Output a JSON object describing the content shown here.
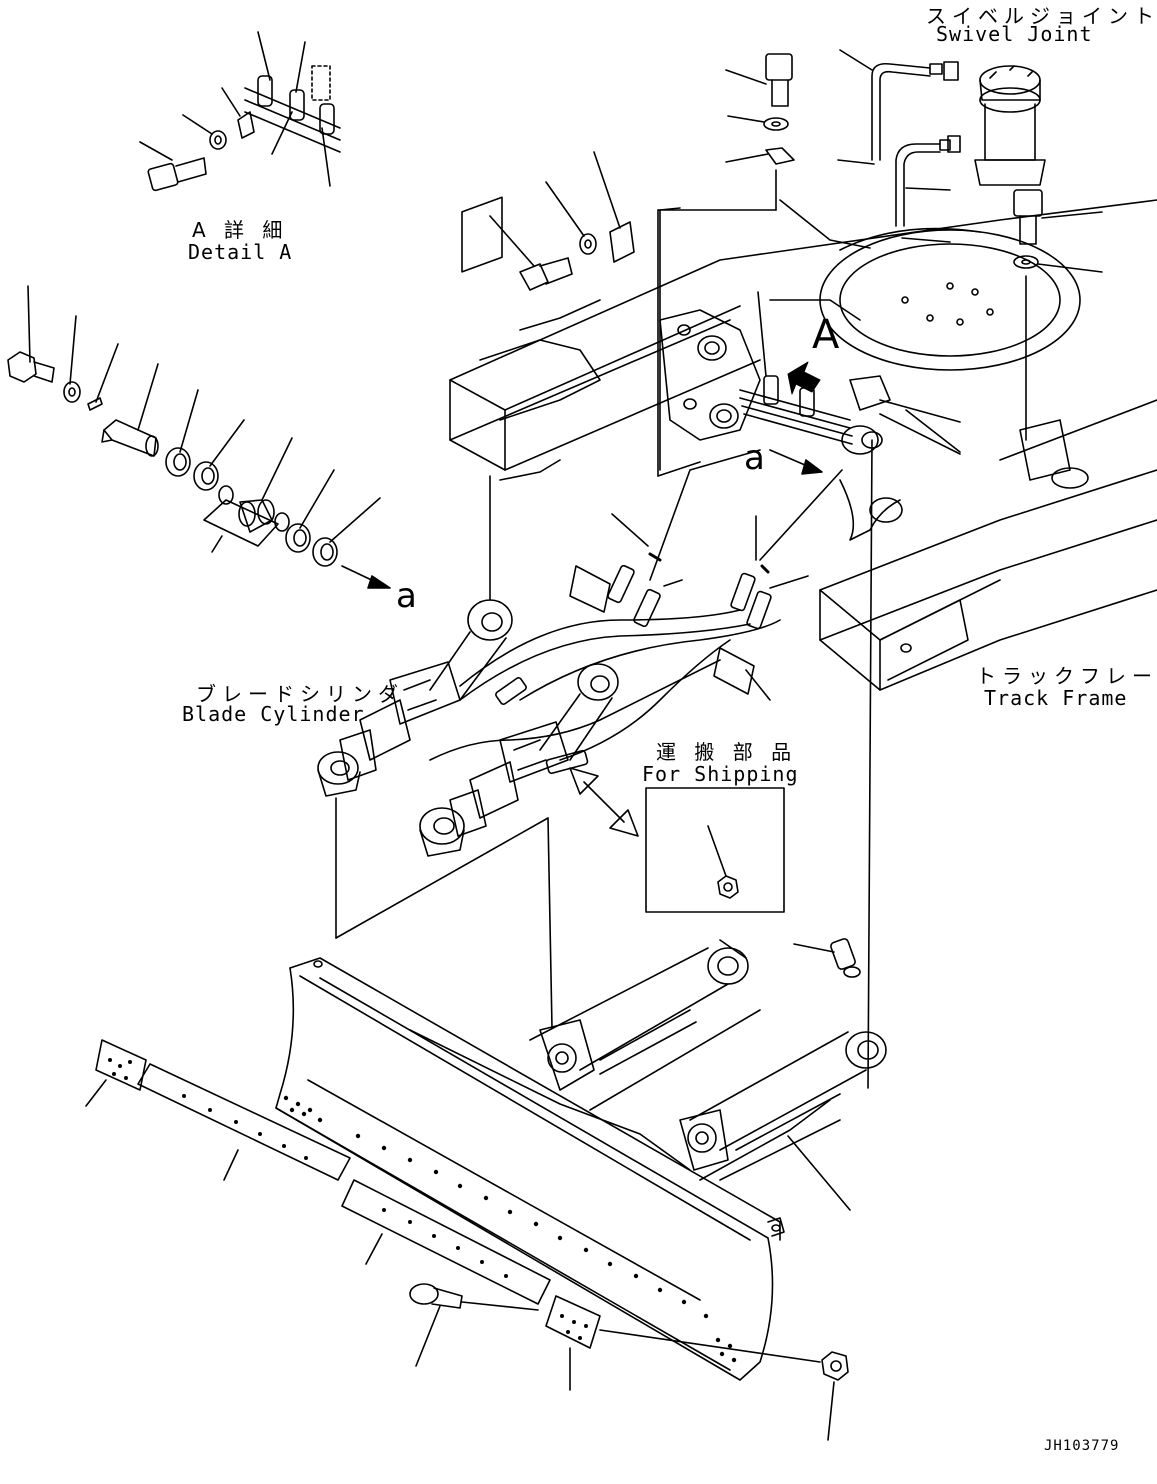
{
  "labels": {
    "swivel_joint_jp": "スイベルジョイント",
    "swivel_joint_en": "Swivel Joint",
    "detail_a_jp": "A 詳 細",
    "detail_a_en": "Detail A",
    "marker_a": "A",
    "marker_a_small_1": "a",
    "marker_a_small_2": "a",
    "blade_cylinder_jp": "ブレードシリンダ",
    "blade_cylinder_en": "Blade Cylinder",
    "track_frame_jp": "トラックフレーム",
    "track_frame_en": "Track Frame",
    "for_shipping_jp": "運 搬 部 品",
    "for_shipping_en": "For Shipping",
    "drawing_number": "JH103779"
  }
}
